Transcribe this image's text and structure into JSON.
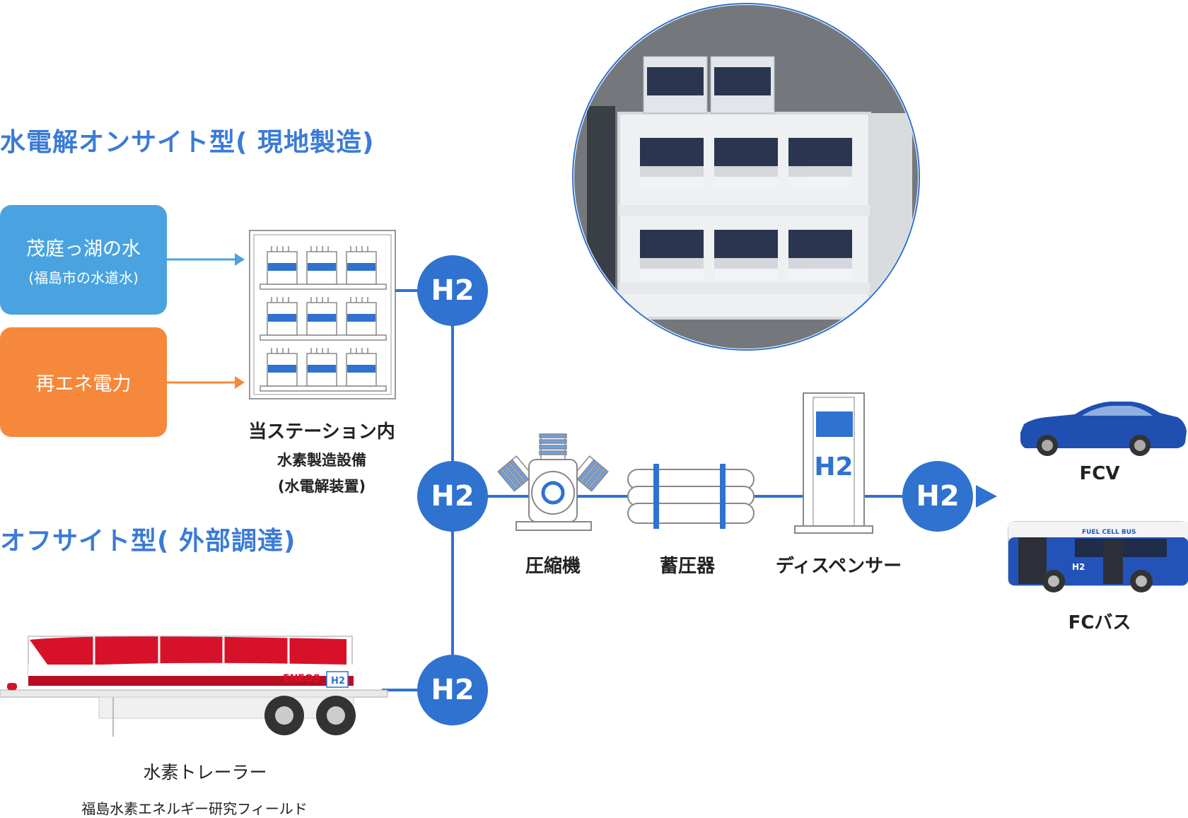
{
  "onsite_title": "水電解オンサイト型( 現地製造)",
  "offsite_title": "オフサイト型( 外部調達)",
  "sources": {
    "water_main": "茂庭っ湖の水",
    "water_sub": "(福島市の水道水)",
    "power_main": "再エネ電力"
  },
  "station": {
    "line1": "当ステーション内",
    "line2": "水素製造設備",
    "line3": "(水電解装置)"
  },
  "h2_label": "H2",
  "equipment": {
    "compressor": "圧縮機",
    "accumulator": "蓄圧器",
    "dispenser": "ディスペンサー"
  },
  "vehicles": {
    "fcv": "FCV",
    "fcbus": "FCバス",
    "bus_sign": "FUEL CELL BUS",
    "bus_mark": "H2"
  },
  "trailer": {
    "name": "水素トレーラー",
    "location": "福島水素エネルギー研究フィールド",
    "brand": "ENEOS"
  },
  "colors": {
    "blue": "#2f72d0",
    "title_blue": "#3a7bd5",
    "water_box": "#4aa3e0",
    "power_box": "#f5883a"
  }
}
